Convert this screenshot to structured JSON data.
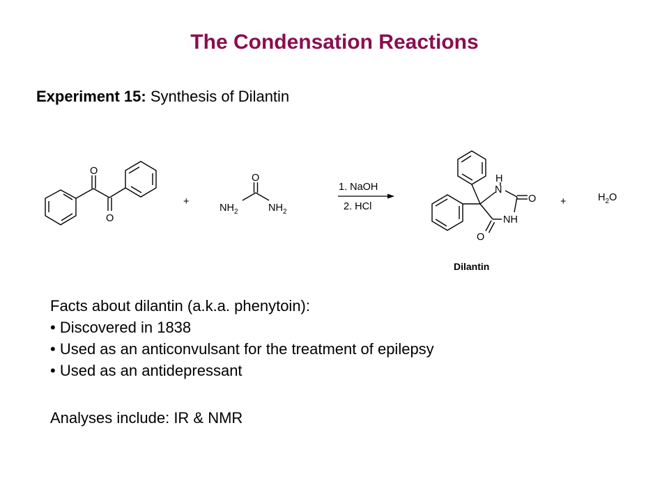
{
  "slide": {
    "title": "The Condensation Reactions",
    "experiment_label": "Experiment 15:",
    "experiment_text": " Synthesis of Dilantin",
    "title_color": "#8B0D4F"
  },
  "scheme": {
    "oxygen": "O",
    "nh2": "NH",
    "nh2_sub": "2",
    "plus": "+",
    "step1": "1. NaOH",
    "step2": "2. HCl",
    "h_atom": "H",
    "n_atom": "N",
    "nh": "NH",
    "water_h": "H",
    "water_sub": "2",
    "water_o": "O",
    "product_name": "Dilantin"
  },
  "facts": {
    "heading": "Facts about dilantin (a.k.a. phenytoin):",
    "items": [
      "• Discovered in 1838",
      "• Used as an anticonvulsant for the treatment of epilepsy",
      "• Used as an antidepressant"
    ]
  },
  "analyses": "Analyses include: IR & NMR"
}
